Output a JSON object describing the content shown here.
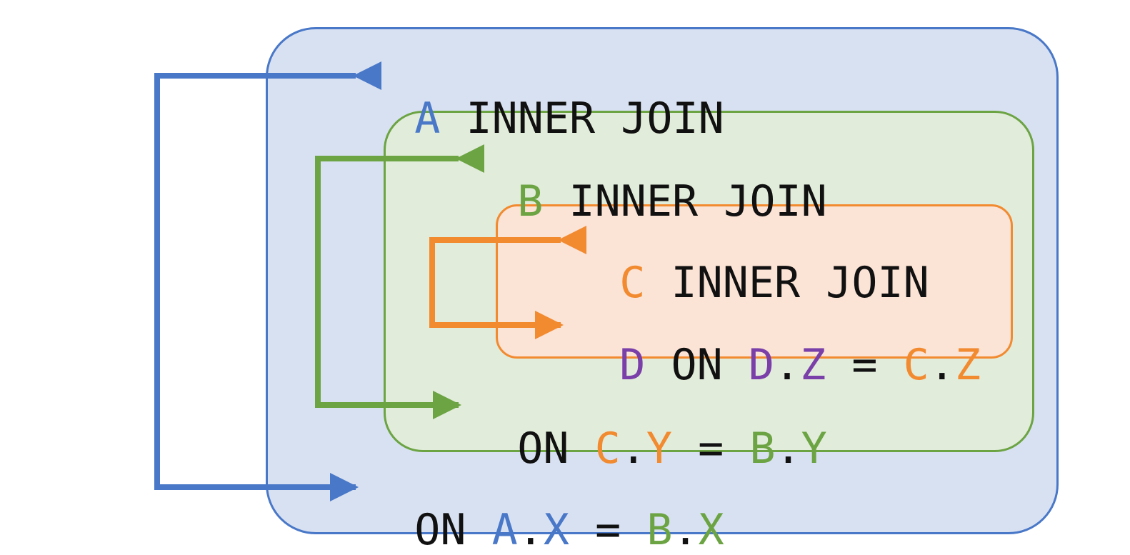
{
  "colors": {
    "blue": "#4a78c8",
    "green": "#6ca444",
    "orange": "#f28a30",
    "purple": "#7a3fa8",
    "text": "#111111",
    "fill_blue": "#d8e1f1",
    "fill_green": "#e1ecda",
    "fill_orange": "#fbe3d6"
  },
  "lines": {
    "a_join": {
      "table": "A",
      "keyword": " INNER JOIN"
    },
    "b_join": {
      "table": "B",
      "keyword": " INNER JOIN"
    },
    "c_join": {
      "table": "C",
      "keyword": " INNER JOIN"
    },
    "d_on": {
      "table": "D",
      "on": " ON ",
      "left_table": "D",
      "left_col": "Z",
      "eq": " = ",
      "right_table": "C",
      "right_col": "Z"
    },
    "cb_on": {
      "on": "ON ",
      "left_table": "C",
      "left_col": "Y",
      "eq": " = ",
      "right_table": "B",
      "right_col": "Y"
    },
    "ab_on": {
      "on": "ON ",
      "left_table": "A",
      "left_col": "X",
      "eq": " = ",
      "right_table": "B",
      "right_col": "X"
    }
  },
  "dot": "."
}
